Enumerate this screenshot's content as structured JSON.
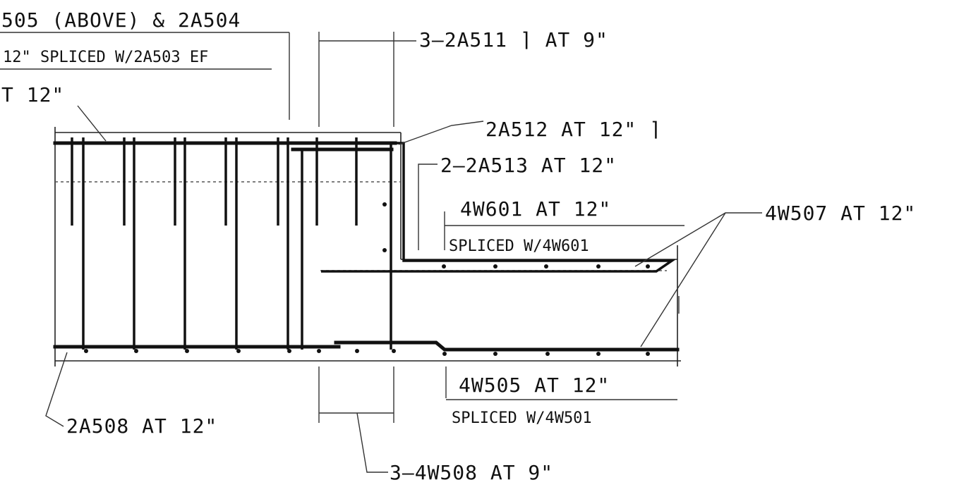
{
  "labels": {
    "top_left_1": "505 (ABOVE) & 2A504",
    "top_left_2": "12\" SPLICED W/2A503 EF",
    "top_left_3": "T 12\"",
    "top_center": "3–2A511 ⌉ AT 9\"",
    "upper_right_1": "2A512 AT 12\" ⌉",
    "upper_right_2": "2–2A513 AT 12\"",
    "w601": "4W601 AT 12\"",
    "w601_spliced": "SPLICED W/4W601",
    "w507": "4W507 AT 12\"",
    "w505": "4W505 AT 12\"",
    "w505_spliced": "SPLICED W/4W501",
    "a508": "2A508 AT 12\"",
    "w508": "3–4W508 AT 9\""
  },
  "colors": {
    "ink": "#111111",
    "background": "#ffffff"
  }
}
